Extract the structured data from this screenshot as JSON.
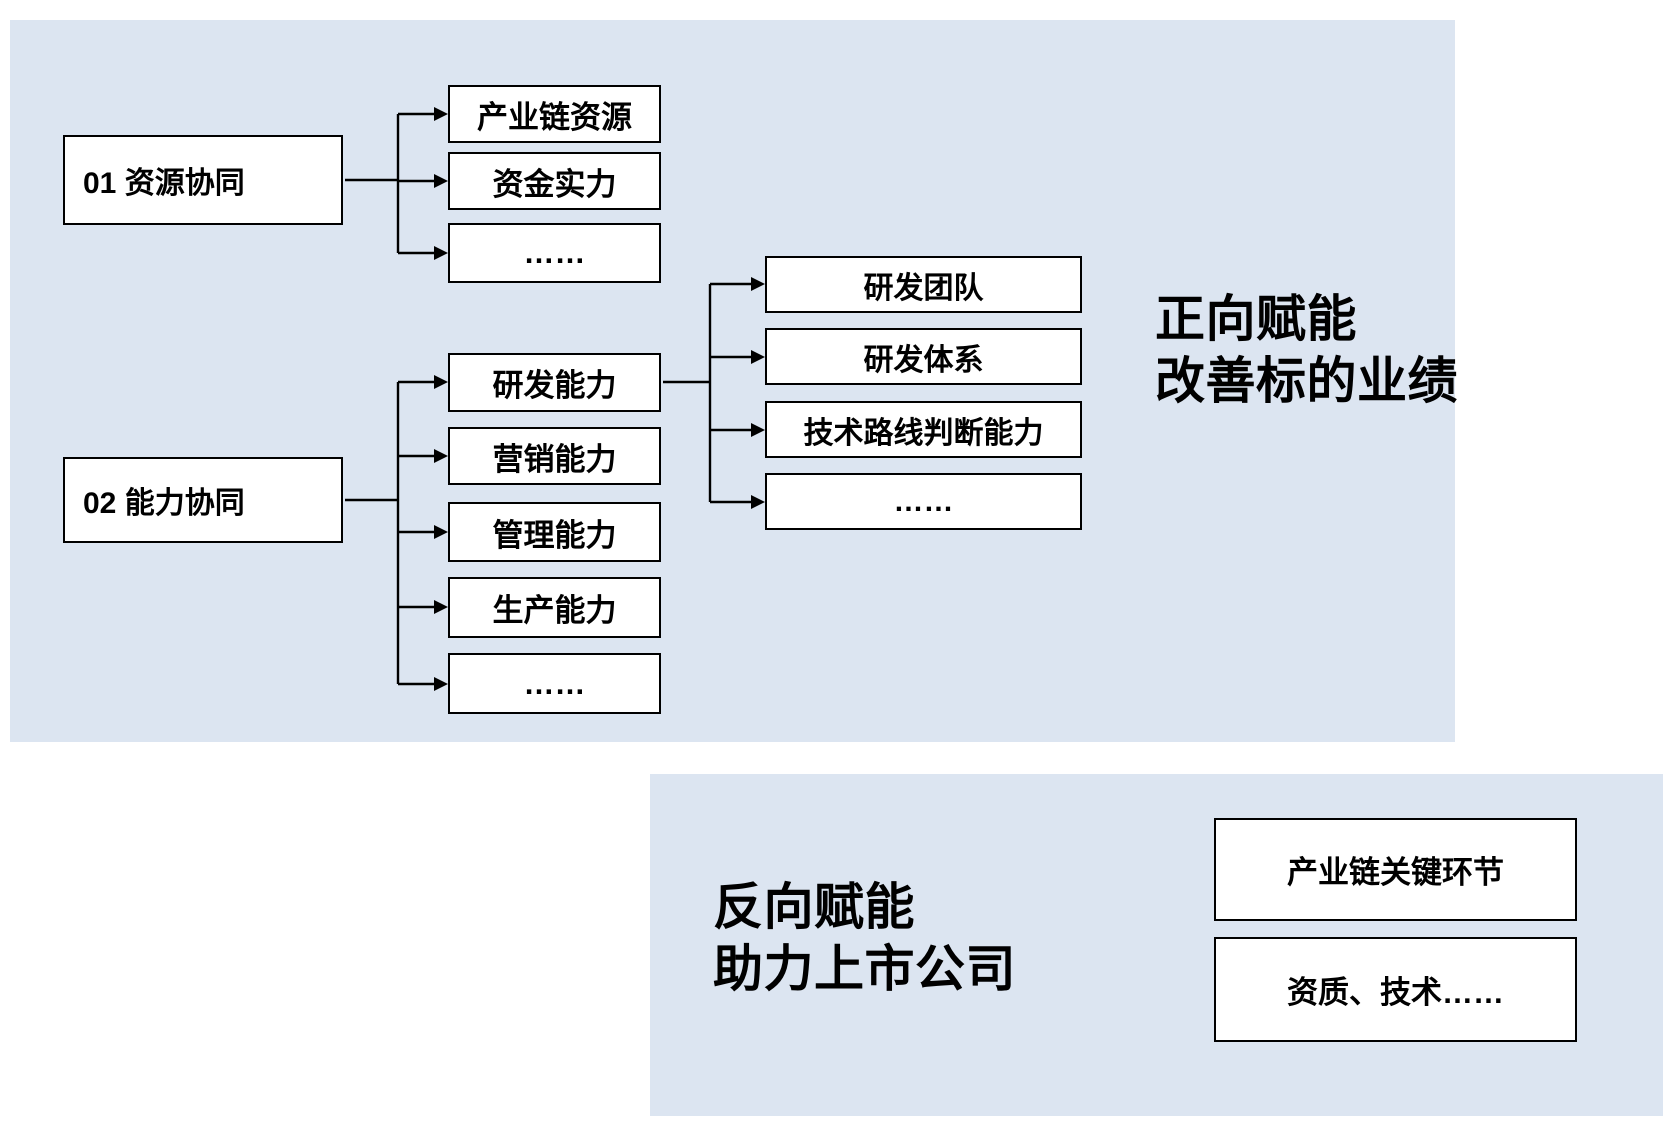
{
  "colors": {
    "panel_bg": "#dce5f1",
    "box_bg": "#ffffff",
    "border": "#000000",
    "line": "#000000",
    "text": "#000000"
  },
  "forward": {
    "caption": {
      "line1": "正向赋能",
      "line2": "改善标的业绩"
    },
    "group1": {
      "label": "01 资源协同",
      "children": [
        "产业链资源",
        "资金实力",
        "……"
      ]
    },
    "group2": {
      "label": "02 能力协同",
      "children": [
        "研发能力",
        "营销能力",
        "管理能力",
        "生产能力",
        "……"
      ]
    },
    "rd_children": [
      "研发团队",
      "研发体系",
      "技术路线判断能力",
      "……"
    ]
  },
  "reverse": {
    "caption": {
      "line1": "反向赋能",
      "line2": "助力上市公司"
    },
    "boxes": [
      "产业链关键环节",
      "资质、技术……"
    ]
  }
}
